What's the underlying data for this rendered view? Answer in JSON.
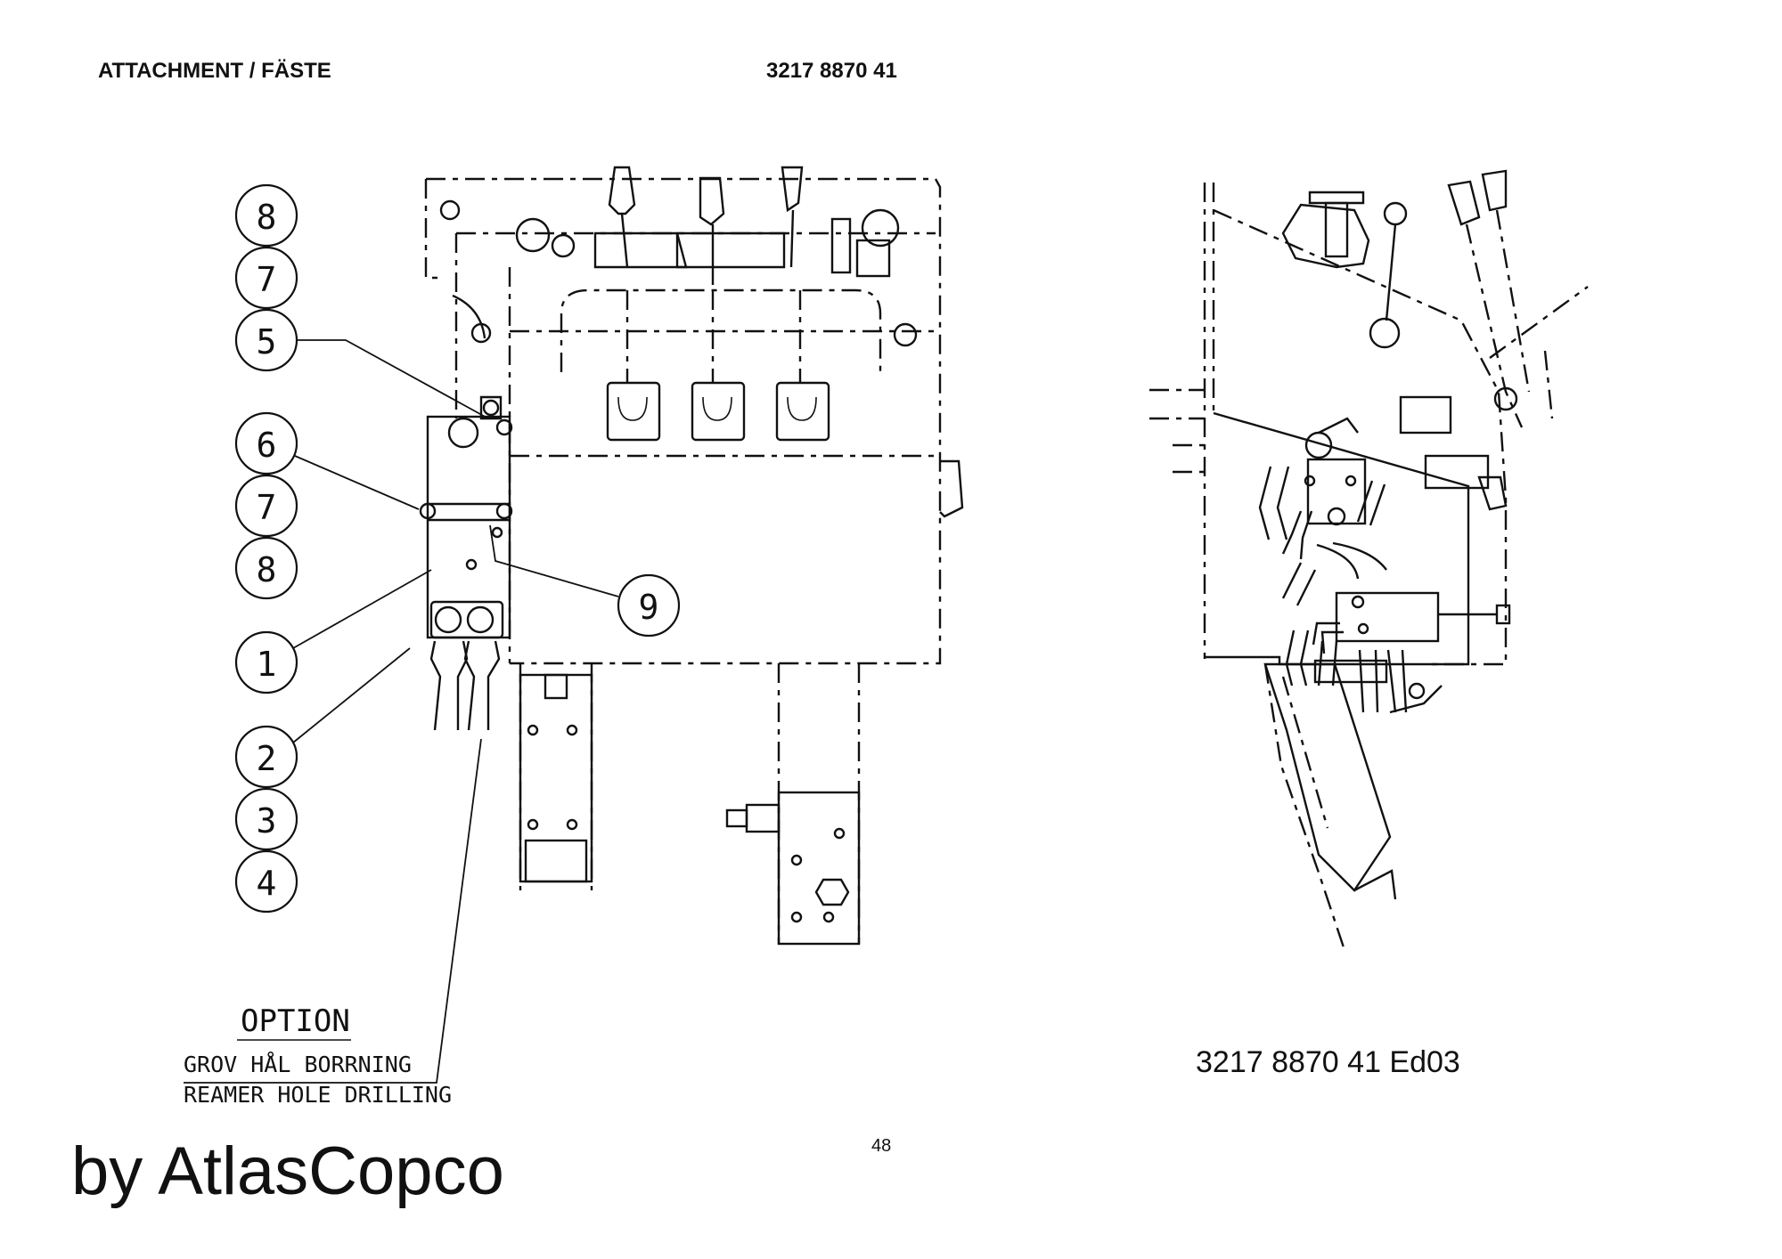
{
  "header": {
    "title": "ATTACHMENT / FÄSTE",
    "part_number": "3217 8870 41"
  },
  "callouts": [
    "8",
    "7",
    "5",
    "6",
    "7",
    "8",
    "1",
    "2",
    "3",
    "4",
    "9"
  ],
  "option_note": {
    "heading": "OPTION",
    "line1": "GROV HÅL BORRNING",
    "line2": "REAMER HOLE DRILLING"
  },
  "edition_label": "3217 8870 41  Ed03",
  "page_number": "48",
  "brand": "by AtlasCopco"
}
